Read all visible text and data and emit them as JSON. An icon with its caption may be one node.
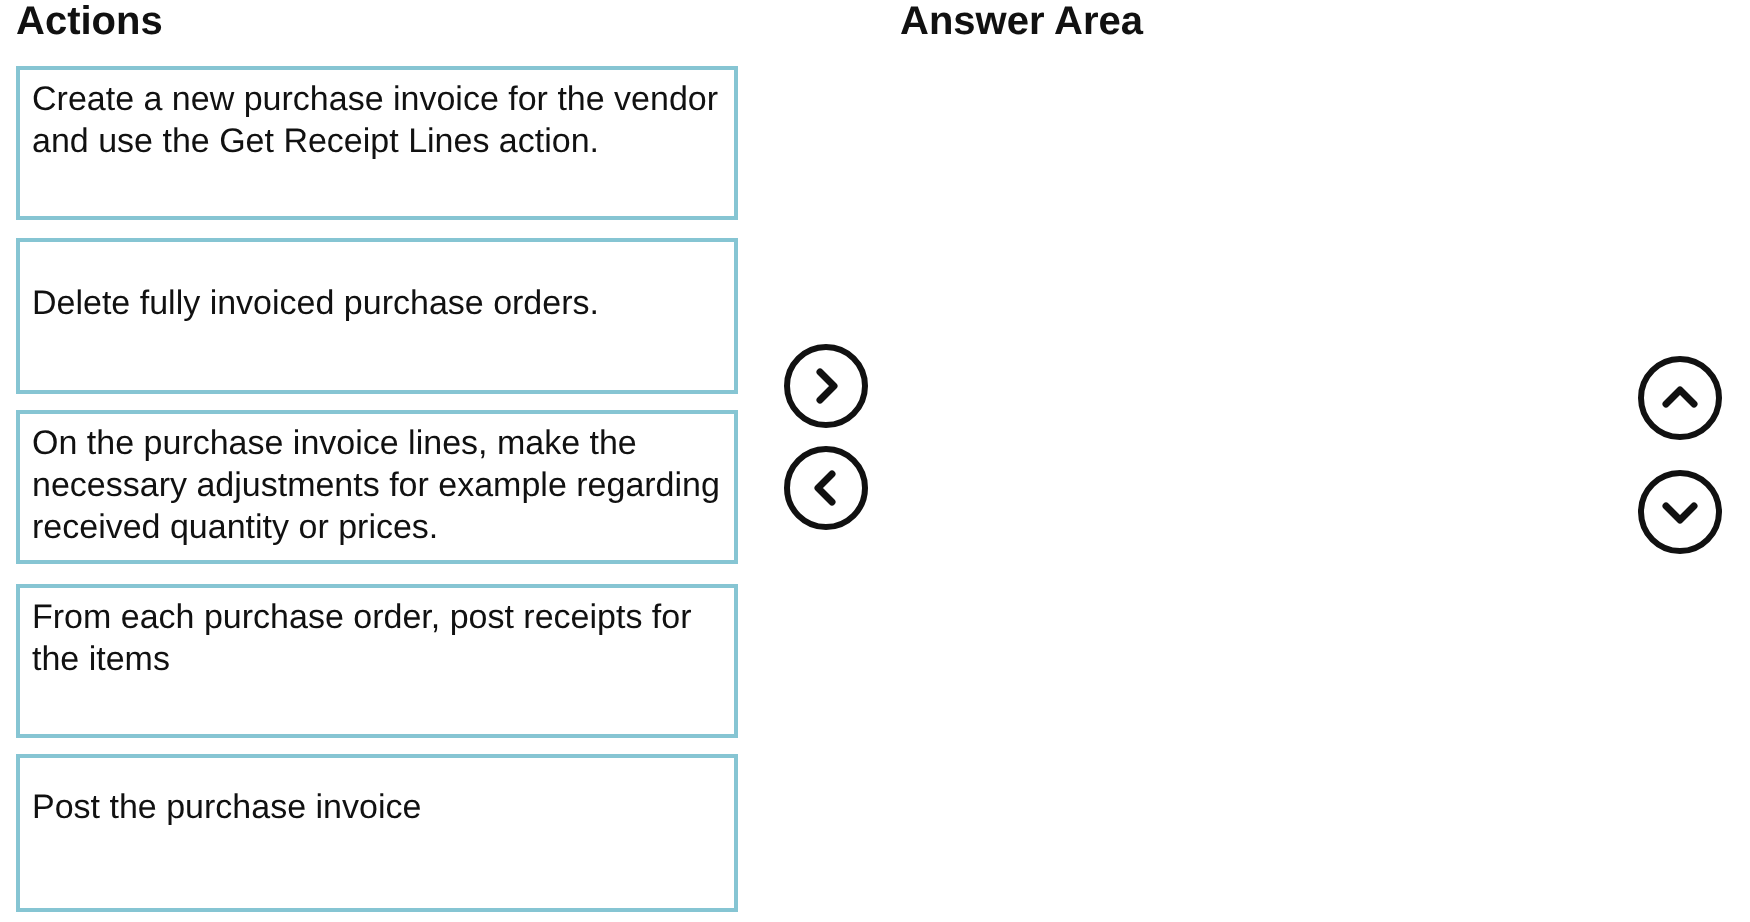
{
  "diagram": {
    "nodes": [
      {
        "text": [
          "Create a new purchase invoice for the vendor and use the Get Receipt Lines action."
        ]
      },
      {
        "text": [
          "Delete fully invoiced purchase orders."
        ]
      },
      {
        "text": [
          "On the purchase invoice lines, make the necessary adjustments for example regarding received quantity or prices."
        ]
      },
      {
        "text": [
          "From each purchase order, post receipts for the items"
        ]
      },
      {
        "text": [
          "Post the purchase invoice"
        ]
      }
    ],
    "edges": [],
    "labels": [
      "Actions",
      "Answer Area"
    ]
  }
}
